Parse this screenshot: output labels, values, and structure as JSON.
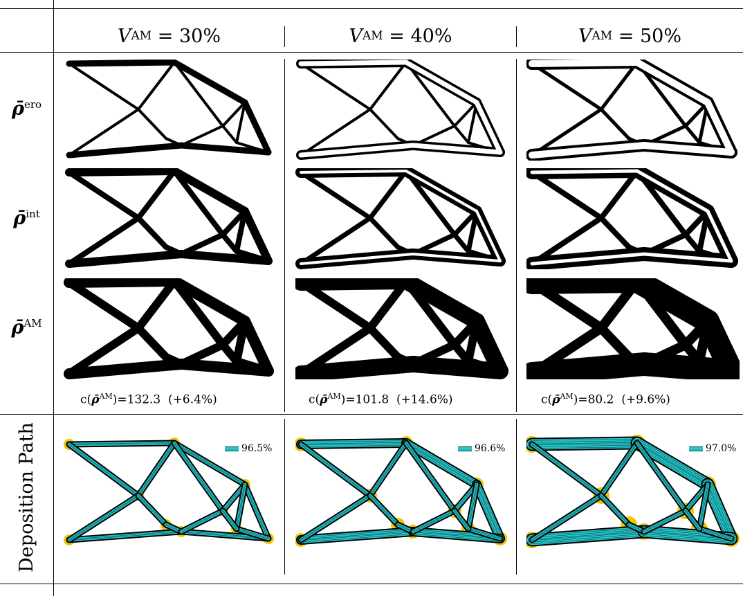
{
  "columns": [
    {
      "var": "V",
      "sup": "AM",
      "rest": " = 30%"
    },
    {
      "var": "V",
      "sup": "AM",
      "rest": " = 40%"
    },
    {
      "var": "V",
      "sup": "AM",
      "rest": " = 50%"
    }
  ],
  "rows": [
    {
      "sup": "ero"
    },
    {
      "sup": "int"
    },
    {
      "sup": "AM"
    }
  ],
  "rho_symbol": "ρ̄",
  "deposition_label": "Deposition Path",
  "captions": [
    {
      "pre": "c(",
      "sup": "AM",
      "post": ")=132.3  (+6.4%)"
    },
    {
      "pre": "c(",
      "sup": "AM",
      "post": ")=101.8  (+14.6%)"
    },
    {
      "pre": "c(",
      "sup": "AM",
      "post": ")=80.2  (+9.6%)"
    }
  ],
  "legend_values": [
    "96.5%",
    "96.6%",
    "97.0%"
  ],
  "colors": {
    "path_fill": "#27c4c9",
    "gap_fill": "#f4c400",
    "structure": "#000000"
  }
}
